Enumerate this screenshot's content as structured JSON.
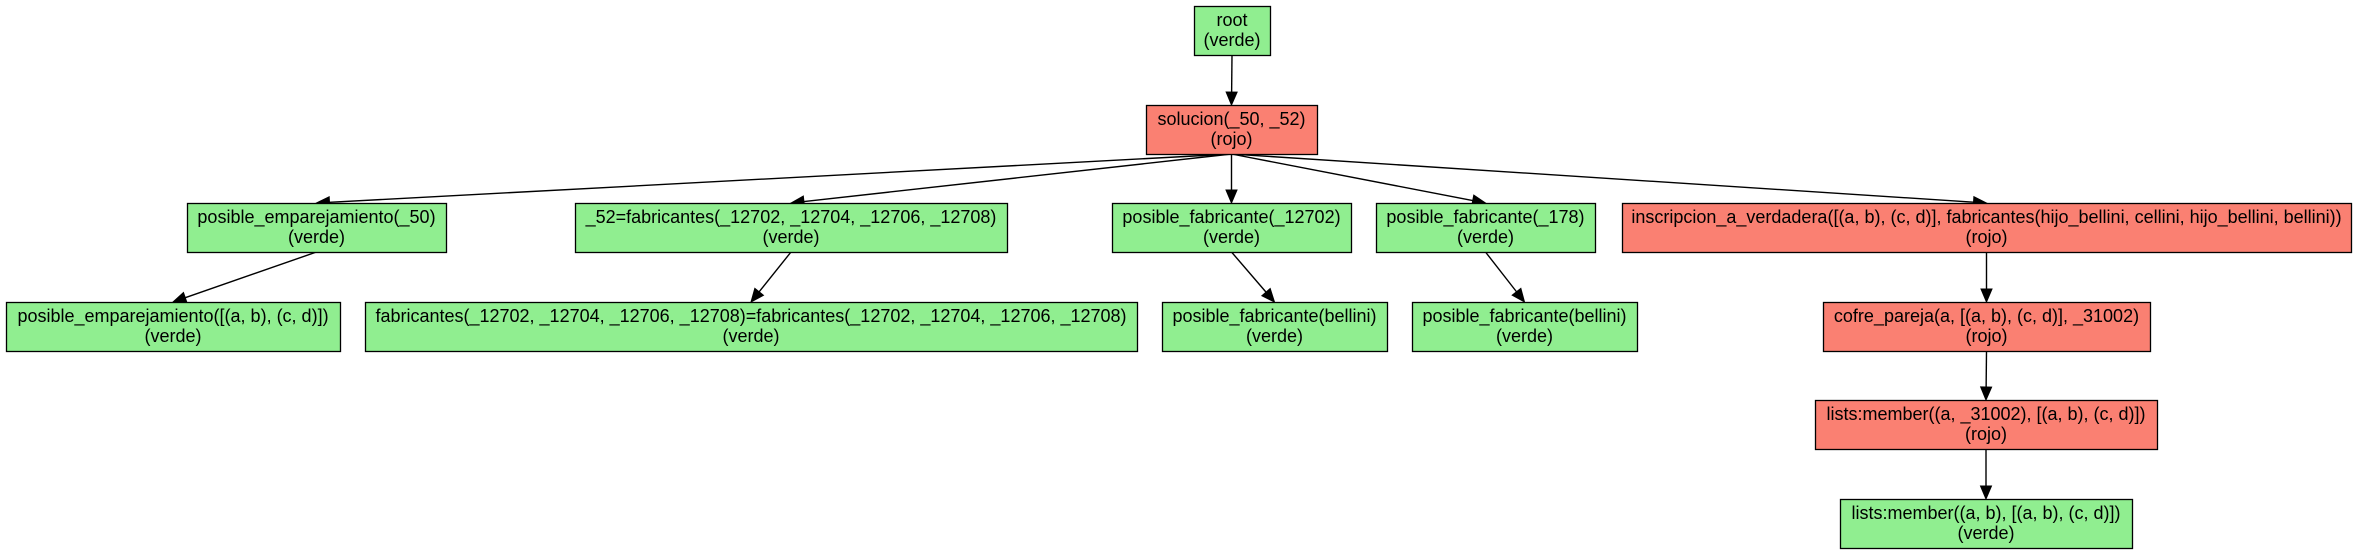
{
  "colors": {
    "verde": "#90ee90",
    "rojo": "#fa8072",
    "border": "#000000"
  },
  "nodes": [
    {
      "id": "root",
      "line1": "root",
      "line2": "(verde)",
      "status": "verde"
    },
    {
      "id": "solucion",
      "line1": "solucion(_50, _52)",
      "line2": "(rojo)",
      "status": "rojo"
    },
    {
      "id": "posible_emparejamiento_50",
      "line1": "posible_emparejamiento(_50)",
      "line2": "(verde)",
      "status": "verde"
    },
    {
      "id": "eq_52_fabricantes",
      "line1": "_52=fabricantes(_12702, _12704, _12706, _12708)",
      "line2": "(verde)",
      "status": "verde"
    },
    {
      "id": "posible_fabricante_12702",
      "line1": "posible_fabricante(_12702)",
      "line2": "(verde)",
      "status": "verde"
    },
    {
      "id": "posible_fabricante_178",
      "line1": "posible_fabricante(_178)",
      "line2": "(verde)",
      "status": "verde"
    },
    {
      "id": "inscripcion_a_verdadera",
      "line1": "inscripcion_a_verdadera([(a, b), (c, d)], fabricantes(hijo_bellini, cellini, hijo_bellini, bellini))",
      "line2": "(rojo)",
      "status": "rojo"
    },
    {
      "id": "posible_emparejamiento_list",
      "line1": "posible_emparejamiento([(a, b), (c, d)])",
      "line2": "(verde)",
      "status": "verde"
    },
    {
      "id": "fabricantes_eq",
      "line1": "fabricantes(_12702, _12704, _12706, _12708)=fabricantes(_12702, _12704, _12706, _12708)",
      "line2": "(verde)",
      "status": "verde"
    },
    {
      "id": "posible_fabricante_bellini_a",
      "line1": "posible_fabricante(bellini)",
      "line2": "(verde)",
      "status": "verde"
    },
    {
      "id": "posible_fabricante_bellini_b",
      "line1": "posible_fabricante(bellini)",
      "line2": "(verde)",
      "status": "verde"
    },
    {
      "id": "cofre_pareja",
      "line1": "cofre_pareja(a, [(a, b), (c, d)], _31002)",
      "line2": "(rojo)",
      "status": "rojo"
    },
    {
      "id": "lists_member_31002",
      "line1": "lists:member((a, _31002), [(a, b), (c, d)])",
      "line2": "(rojo)",
      "status": "rojo"
    },
    {
      "id": "lists_member_ab",
      "line1": "lists:member((a, b), [(a, b), (c, d)])",
      "line2": "(verde)",
      "status": "verde"
    }
  ],
  "edges": [
    {
      "from": "root",
      "to": "solucion"
    },
    {
      "from": "solucion",
      "to": "posible_emparejamiento_50"
    },
    {
      "from": "solucion",
      "to": "eq_52_fabricantes"
    },
    {
      "from": "solucion",
      "to": "posible_fabricante_12702"
    },
    {
      "from": "solucion",
      "to": "posible_fabricante_178"
    },
    {
      "from": "solucion",
      "to": "inscripcion_a_verdadera"
    },
    {
      "from": "posible_emparejamiento_50",
      "to": "posible_emparejamiento_list"
    },
    {
      "from": "eq_52_fabricantes",
      "to": "fabricantes_eq"
    },
    {
      "from": "posible_fabricante_12702",
      "to": "posible_fabricante_bellini_a"
    },
    {
      "from": "posible_fabricante_178",
      "to": "posible_fabricante_bellini_b"
    },
    {
      "from": "inscripcion_a_verdadera",
      "to": "cofre_pareja"
    },
    {
      "from": "cofre_pareja",
      "to": "lists_member_31002"
    },
    {
      "from": "lists_member_31002",
      "to": "lists_member_ab"
    }
  ]
}
